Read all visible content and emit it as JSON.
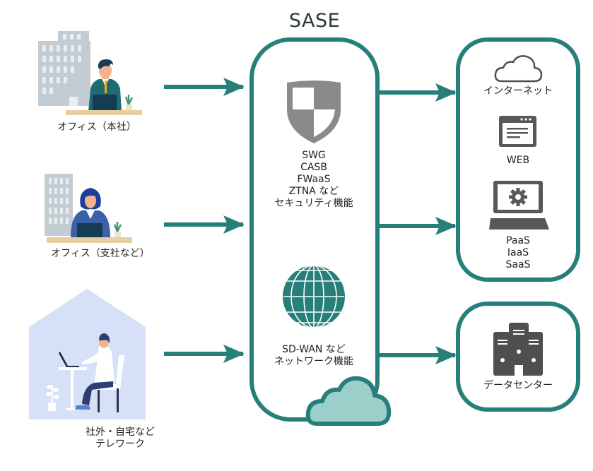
{
  "title": "SASE",
  "colors": {
    "teal": "#277f7a",
    "teal_light": "#9ccfc9",
    "icon_gray": "#585858",
    "shield_gray": "#8a8a8a",
    "house_bg": "#d6e0f7",
    "building_gray": "#c3ccd3",
    "desk": "#e6cfa0"
  },
  "sources": [
    {
      "id": "hq",
      "label": "オフィス（本社）",
      "icon": "office-man-icon"
    },
    {
      "id": "branch",
      "label": "オフィス（支社など）",
      "icon": "office-woman-icon"
    },
    {
      "id": "remote",
      "label_lines": [
        "社外・自宅など",
        "テレワーク"
      ],
      "icon": "home-telework-icon"
    }
  ],
  "sase": {
    "security": {
      "icon": "shield-icon",
      "lines": [
        "SWG",
        "CASB",
        "FWaaS",
        "ZTNA など",
        "セキュリティ機能"
      ]
    },
    "network": {
      "icon": "globe-icon",
      "lines": [
        "SD-WAN など",
        "ネットワーク機能"
      ]
    },
    "cloud_icon": "cloud-icon"
  },
  "destinations": {
    "cloud_group": [
      {
        "label": "インターネット",
        "icon": "cloud-outline-icon"
      },
      {
        "label": "WEB",
        "icon": "browser-window-icon"
      },
      {
        "label_lines": [
          "PaaS",
          "IaaS",
          "SaaS"
        ],
        "icon": "laptop-gear-icon"
      }
    ],
    "datacenter": {
      "label": "データセンター",
      "icon": "server-icon"
    }
  }
}
